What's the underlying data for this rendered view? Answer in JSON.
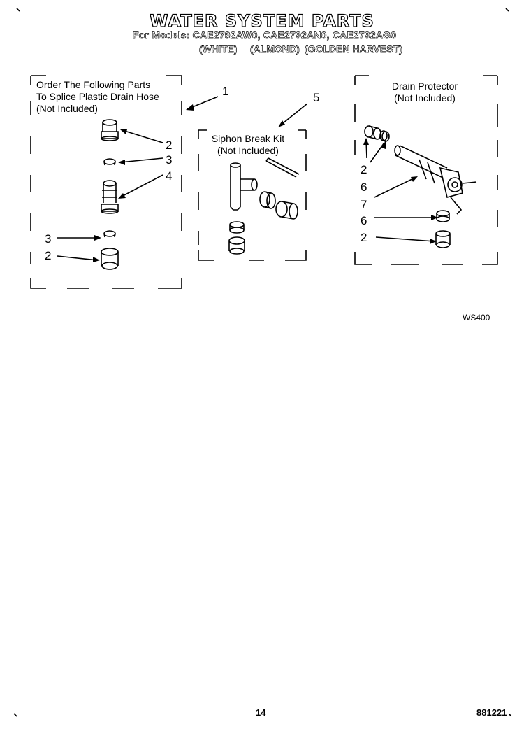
{
  "header": {
    "title": "WATER SYSTEM PARTS",
    "models": "For Models: CAE2792AW0, CAE2792AN0, CAE2792AG0",
    "colors": [
      "(WHITE)",
      "(ALMOND)",
      "(GOLDEN HARVEST)"
    ]
  },
  "groups": {
    "splice": {
      "lines": [
        "Order The Following Parts",
        "To Splice Plastic Drain Hose",
        "(Not Included)"
      ]
    },
    "siphon": {
      "lines": [
        "Siphon Break Kit",
        "(Not Included)"
      ]
    },
    "drain": {
      "lines": [
        "Drain Protector",
        "(Not Included)"
      ]
    }
  },
  "callouts": {
    "c1": "1",
    "c5": "5",
    "splice_2a": "2",
    "splice_3a": "3",
    "splice_4": "4",
    "splice_3b": "3",
    "splice_2b": "2",
    "drain_2a": "2",
    "drain_6a": "6",
    "drain_7": "7",
    "drain_6b": "6",
    "drain_2b": "2"
  },
  "figure_code": "WS400",
  "footer": {
    "page": "14",
    "code": "881221"
  }
}
